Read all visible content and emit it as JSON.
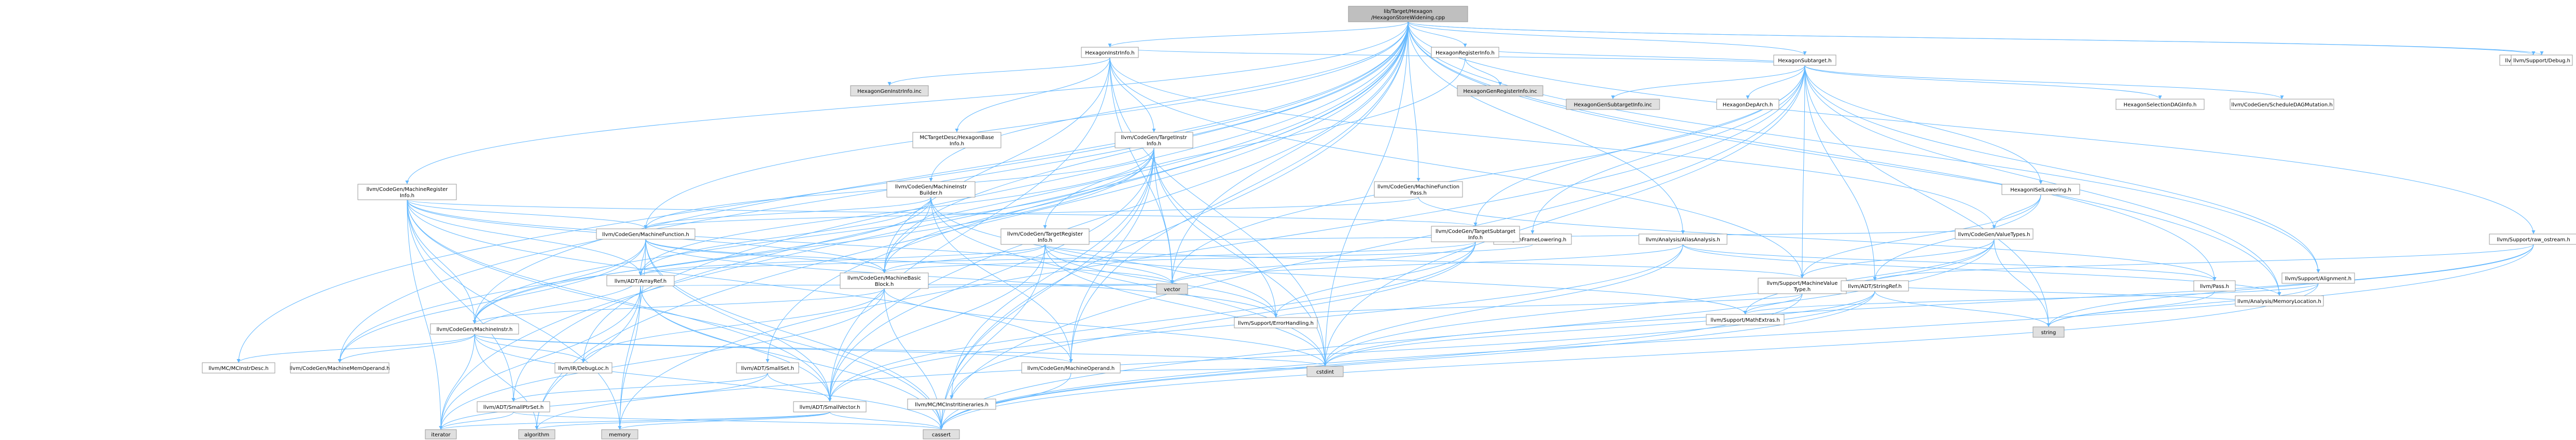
{
  "graph": {
    "root": "lib/Target/Hexagon/HexagonStoreWidening.cpp",
    "node_styles": {
      "root": "#bfbfbf",
      "documented": "#ffffff",
      "external": "#e0e0e0",
      "red_text": "#ff0000",
      "edge": "#63b8ff"
    },
    "nodes": [
      {
        "id": "root",
        "label": [
          "lib/Target/Hexagon",
          "/HexagonStoreWidening.cpp"
        ],
        "kind": "root"
      },
      {
        "id": "hii",
        "label": [
          "HexagonInstrInfo.h"
        ],
        "kind": "doc"
      },
      {
        "id": "hri",
        "label": [
          "HexagonRegisterInfo.h"
        ],
        "kind": "doc"
      },
      {
        "id": "hst",
        "label": [
          "HexagonSubtarget.h"
        ],
        "kind": "doc"
      },
      {
        "id": "ip",
        "label": [
          "llvm/InitializePasses.h"
        ],
        "kind": "doc"
      },
      {
        "id": "dbg",
        "label": [
          "llvm/Support/Debug.h"
        ],
        "kind": "doc"
      },
      {
        "id": "mri",
        "label": [
          "llvm/CodeGen/MachineRegister",
          "Info.h"
        ],
        "kind": "red"
      },
      {
        "id": "hgii",
        "label": [
          "HexagonGenInstrInfo.inc"
        ],
        "kind": "ext"
      },
      {
        "id": "mctd",
        "label": [
          "MCTargetDesc/HexagonBase",
          "Info.h"
        ],
        "kind": "red"
      },
      {
        "id": "tii",
        "label": [
          "llvm/CodeGen/TargetInstr",
          "Info.h"
        ],
        "kind": "red"
      },
      {
        "id": "hgri",
        "label": [
          "HexagonGenRegisterInfo.inc"
        ],
        "kind": "ext"
      },
      {
        "id": "hgsi",
        "label": [
          "HexagonGenSubtargetInfo.inc"
        ],
        "kind": "ext"
      },
      {
        "id": "hda",
        "label": [
          "HexagonDepArch.h"
        ],
        "kind": "red"
      },
      {
        "id": "hfl",
        "label": [
          "HexagonFrameLowering.h"
        ],
        "kind": "red"
      },
      {
        "id": "hisel",
        "label": [
          "HexagonISelLowering.h"
        ],
        "kind": "red"
      },
      {
        "id": "hsdag",
        "label": [
          "HexagonSelectionDAGInfo.h"
        ],
        "kind": "red"
      },
      {
        "id": "sdm",
        "label": [
          "llvm/CodeGen/ScheduleDAGMutation.h"
        ],
        "kind": "doc"
      },
      {
        "id": "mfp",
        "label": [
          "llvm/CodeGen/MachineFunction",
          "Pass.h"
        ],
        "kind": "doc"
      },
      {
        "id": "aa",
        "label": [
          "llvm/Analysis/AliasAnalysis.h"
        ],
        "kind": "red"
      },
      {
        "id": "mib",
        "label": [
          "llvm/CodeGen/MachineInstr",
          "Builder.h"
        ],
        "kind": "red"
      },
      {
        "id": "mf",
        "label": [
          "llvm/CodeGen/MachineFunction.h"
        ],
        "kind": "red"
      },
      {
        "id": "tri",
        "label": [
          "llvm/CodeGen/TargetRegister",
          "Info.h"
        ],
        "kind": "red"
      },
      {
        "id": "tsi",
        "label": [
          "llvm/CodeGen/TargetSubtarget",
          "Info.h"
        ],
        "kind": "red"
      },
      {
        "id": "vt",
        "label": [
          "llvm/CodeGen/ValueTypes.h"
        ],
        "kind": "red"
      },
      {
        "id": "rawos",
        "label": [
          "llvm/Support/raw_ostream.h"
        ],
        "kind": "red"
      },
      {
        "id": "align",
        "label": [
          "llvm/Support/Alignment.h"
        ],
        "kind": "red"
      },
      {
        "id": "mbb",
        "label": [
          "llvm/CodeGen/MachineBasic",
          "Block.h"
        ],
        "kind": "red"
      },
      {
        "id": "aref",
        "label": [
          "llvm/ADT/ArrayRef.h"
        ],
        "kind": "red"
      },
      {
        "id": "mvt",
        "label": [
          "llvm/Support/MachineValue",
          "Type.h"
        ],
        "kind": "red"
      },
      {
        "id": "sref",
        "label": [
          "llvm/ADT/StringRef.h"
        ],
        "kind": "red"
      },
      {
        "id": "pass",
        "label": [
          "llvm/Pass.h"
        ],
        "kind": "red"
      },
      {
        "id": "memloc",
        "label": [
          "llvm/Analysis/MemoryLocation.h"
        ],
        "kind": "red"
      },
      {
        "id": "mi",
        "label": [
          "llvm/CodeGen/MachineInstr.h"
        ],
        "kind": "red"
      },
      {
        "id": "vec",
        "label": [
          "vector"
        ],
        "kind": "ext"
      },
      {
        "id": "err",
        "label": [
          "llvm/Support/ErrorHandling.h"
        ],
        "kind": "red"
      },
      {
        "id": "mext",
        "label": [
          "llvm/Support/MathExtras.h"
        ],
        "kind": "red"
      },
      {
        "id": "str",
        "label": [
          "string"
        ],
        "kind": "ext"
      },
      {
        "id": "mcid",
        "label": [
          "llvm/MC/MCInstrDesc.h"
        ],
        "kind": "red"
      },
      {
        "id": "mmo",
        "label": [
          "llvm/CodeGen/MachineMemOperand.h"
        ],
        "kind": "red"
      },
      {
        "id": "dl",
        "label": [
          "llvm/IR/DebugLoc.h"
        ],
        "kind": "red"
      },
      {
        "id": "sset",
        "label": [
          "llvm/ADT/SmallSet.h"
        ],
        "kind": "red"
      },
      {
        "id": "mo",
        "label": [
          "llvm/CodeGen/MachineOperand.h"
        ],
        "kind": "red"
      },
      {
        "id": "cstdint",
        "label": [
          "cstdint"
        ],
        "kind": "ext"
      },
      {
        "id": "sps",
        "label": [
          "llvm/ADT/SmallPtrSet.h"
        ],
        "kind": "red"
      },
      {
        "id": "svec",
        "label": [
          "llvm/ADT/SmallVector.h"
        ],
        "kind": "red"
      },
      {
        "id": "mcit",
        "label": [
          "llvm/MC/MCInstrItineraries.h"
        ],
        "kind": "red"
      },
      {
        "id": "iter",
        "label": [
          "iterator"
        ],
        "kind": "ext"
      },
      {
        "id": "algo",
        "label": [
          "algorithm"
        ],
        "kind": "ext"
      },
      {
        "id": "mem",
        "label": [
          "memory"
        ],
        "kind": "ext"
      },
      {
        "id": "cass",
        "label": [
          "cassert"
        ],
        "kind": "ext"
      }
    ],
    "edges": [
      [
        "root",
        "hii"
      ],
      [
        "root",
        "hri"
      ],
      [
        "root",
        "hst"
      ],
      [
        "root",
        "ip"
      ],
      [
        "root",
        "dbg"
      ],
      [
        "root",
        "mri"
      ],
      [
        "root",
        "mfp"
      ],
      [
        "root",
        "aa"
      ],
      [
        "root",
        "mib"
      ],
      [
        "root",
        "mf"
      ],
      [
        "root",
        "mbb"
      ],
      [
        "root",
        "mi"
      ],
      [
        "root",
        "mo"
      ],
      [
        "root",
        "mmo"
      ],
      [
        "root",
        "dl"
      ],
      [
        "root",
        "mcid"
      ],
      [
        "root",
        "pass"
      ],
      [
        "root",
        "memloc"
      ],
      [
        "root",
        "rawos"
      ],
      [
        "root",
        "align"
      ],
      [
        "root",
        "svec"
      ],
      [
        "root",
        "sset"
      ],
      [
        "root",
        "sps"
      ],
      [
        "root",
        "vec"
      ],
      [
        "root",
        "cstdint"
      ],
      [
        "root",
        "cass"
      ],
      [
        "root",
        "algo"
      ],
      [
        "root",
        "iter"
      ],
      [
        "hii",
        "hgii"
      ],
      [
        "hii",
        "mctd"
      ],
      [
        "hii",
        "tii"
      ],
      [
        "hii",
        "mbb"
      ],
      [
        "hii",
        "vt"
      ],
      [
        "hii",
        "mvt"
      ],
      [
        "hii",
        "svec"
      ],
      [
        "hii",
        "cstdint"
      ],
      [
        "hii",
        "vec"
      ],
      [
        "hri",
        "hgri"
      ],
      [
        "hri",
        "tri"
      ],
      [
        "hst",
        "hri"
      ],
      [
        "hst",
        "hii"
      ],
      [
        "hst",
        "hgsi"
      ],
      [
        "hst",
        "hda"
      ],
      [
        "hst",
        "hfl"
      ],
      [
        "hst",
        "hisel"
      ],
      [
        "hst",
        "hsdag"
      ],
      [
        "hst",
        "sdm"
      ],
      [
        "hst",
        "tsi"
      ],
      [
        "hst",
        "mvt"
      ],
      [
        "hst",
        "align"
      ],
      [
        "hst",
        "sref"
      ],
      [
        "hst",
        "memloc"
      ],
      [
        "hst",
        "str"
      ],
      [
        "hst",
        "vec"
      ],
      [
        "hst",
        "cstdint"
      ],
      [
        "hst",
        "mem"
      ],
      [
        "hst",
        "cass"
      ],
      [
        "mri",
        "mf"
      ],
      [
        "mri",
        "mbb"
      ],
      [
        "mri",
        "aref"
      ],
      [
        "mri",
        "mi"
      ],
      [
        "mri",
        "mo"
      ],
      [
        "mri",
        "svec"
      ],
      [
        "mri",
        "iter"
      ],
      [
        "mri",
        "vec"
      ],
      [
        "mri",
        "sps"
      ],
      [
        "mri",
        "tsi"
      ],
      [
        "mri",
        "mem"
      ],
      [
        "mri",
        "cass"
      ],
      [
        "tii",
        "mbb"
      ],
      [
        "tii",
        "mi"
      ],
      [
        "tii",
        "mf"
      ],
      [
        "tii",
        "aref"
      ],
      [
        "tii",
        "mo"
      ],
      [
        "tii",
        "err"
      ],
      [
        "tii",
        "vec"
      ],
      [
        "tii",
        "cstdint"
      ],
      [
        "tii",
        "cass"
      ],
      [
        "tii",
        "mcit"
      ],
      [
        "tii",
        "mmo"
      ],
      [
        "tii",
        "svec"
      ],
      [
        "mctd",
        "mctd"
      ],
      [
        "hfl",
        "mbb"
      ],
      [
        "hisel",
        "vt"
      ],
      [
        "hisel",
        "sref"
      ],
      [
        "hisel",
        "mvt"
      ],
      [
        "mfp",
        "mf"
      ],
      [
        "mfp",
        "pass"
      ],
      [
        "aa",
        "memloc"
      ],
      [
        "aa",
        "pass"
      ],
      [
        "aa",
        "svec"
      ],
      [
        "aa",
        "vec"
      ],
      [
        "aa",
        "cstdint"
      ],
      [
        "mib",
        "mf"
      ],
      [
        "mib",
        "mbb"
      ],
      [
        "mib",
        "mi"
      ],
      [
        "mib",
        "mo"
      ],
      [
        "mib",
        "aref"
      ],
      [
        "mib",
        "err"
      ],
      [
        "mib",
        "cstdint"
      ],
      [
        "mf",
        "mbb"
      ],
      [
        "mf",
        "aref"
      ],
      [
        "mf",
        "mmo"
      ],
      [
        "mf",
        "svec"
      ],
      [
        "mf",
        "vec"
      ],
      [
        "mf",
        "err"
      ],
      [
        "mf",
        "cass"
      ],
      [
        "mf",
        "mem"
      ],
      [
        "mf",
        "mi"
      ],
      [
        "tri",
        "aref"
      ],
      [
        "tri",
        "mbb"
      ],
      [
        "tri",
        "mvt"
      ],
      [
        "tri",
        "vt"
      ],
      [
        "tri",
        "svec"
      ],
      [
        "tri",
        "mext"
      ],
      [
        "tri",
        "err"
      ],
      [
        "tri",
        "cstdint"
      ],
      [
        "tri",
        "cass"
      ],
      [
        "tsi",
        "aref"
      ],
      [
        "tsi",
        "mcit"
      ],
      [
        "tsi",
        "svec"
      ],
      [
        "tsi",
        "err"
      ],
      [
        "tsi",
        "vec"
      ],
      [
        "vt",
        "mvt"
      ],
      [
        "vt",
        "mext"
      ],
      [
        "vt",
        "cstdint"
      ],
      [
        "vt",
        "cass"
      ],
      [
        "vt",
        "str"
      ],
      [
        "rawos",
        "sref"
      ],
      [
        "rawos",
        "cstdint"
      ],
      [
        "rawos",
        "cass"
      ],
      [
        "rawos",
        "str"
      ],
      [
        "align",
        "mext"
      ],
      [
        "align",
        "cass"
      ],
      [
        "align",
        "str"
      ],
      [
        "mbb",
        "mi"
      ],
      [
        "mbb",
        "iter"
      ],
      [
        "mbb",
        "vec"
      ],
      [
        "mbb",
        "cass"
      ],
      [
        "mbb",
        "dl"
      ],
      [
        "mbb",
        "cstdint"
      ],
      [
        "aref",
        "svec"
      ],
      [
        "aref",
        "algo"
      ],
      [
        "aref",
        "iter"
      ],
      [
        "aref",
        "mem"
      ],
      [
        "aref",
        "vec"
      ],
      [
        "aref",
        "cass"
      ],
      [
        "mvt",
        "err"
      ],
      [
        "mvt",
        "mext"
      ],
      [
        "mvt",
        "cass"
      ],
      [
        "sref",
        "str"
      ],
      [
        "sref",
        "algo"
      ],
      [
        "sref",
        "cass"
      ],
      [
        "sref",
        "cstdint"
      ],
      [
        "pass",
        "str"
      ],
      [
        "memloc",
        "mvt"
      ],
      [
        "mi",
        "mcid"
      ],
      [
        "mi",
        "mmo"
      ],
      [
        "mi",
        "mo"
      ],
      [
        "mi",
        "dl"
      ],
      [
        "mi",
        "aref"
      ],
      [
        "mi",
        "iter"
      ],
      [
        "mi",
        "cstdint"
      ],
      [
        "mi",
        "cass"
      ],
      [
        "mi",
        "algo"
      ],
      [
        "mext",
        "cassert_dummy"
      ],
      [
        "sset",
        "sps"
      ],
      [
        "sset",
        "svec"
      ],
      [
        "sset",
        "iter"
      ],
      [
        "mo",
        "cstdint"
      ],
      [
        "mo",
        "cass"
      ],
      [
        "sps",
        "iter"
      ],
      [
        "sps",
        "cass"
      ],
      [
        "svec",
        "algo"
      ],
      [
        "svec",
        "cass"
      ],
      [
        "svec",
        "mem"
      ],
      [
        "svec",
        "iter"
      ]
    ]
  }
}
